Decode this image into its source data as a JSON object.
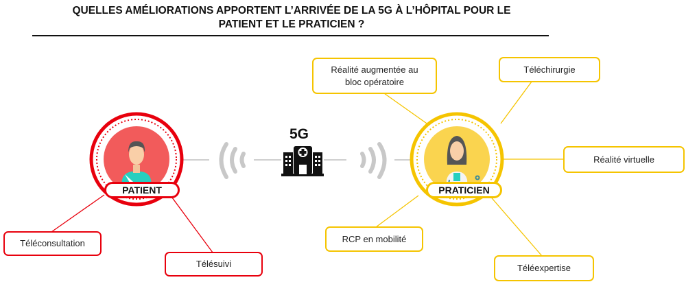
{
  "title": {
    "line1": "QUELLES AMÉLIORATIONS APPORTENT L’ARRIVÉE DE LA 5G À L’HÔPITAL POUR LE",
    "line2": "PATIENT ET LE PRATICIEN ?"
  },
  "center": {
    "label": "5G",
    "icon": "hospital-icon"
  },
  "patient": {
    "label": "PATIENT",
    "color": "#e8000d",
    "items": [
      "Téléconsultation",
      "Télésuivi"
    ]
  },
  "praticien": {
    "label": "PRATICIEN",
    "color": "#f5c400",
    "items": [
      "Réalité augmentée au bloc opératoire",
      "Téléchirurgie",
      "Réalité virtuelle",
      "RCP en mobilité",
      "Téléexpertise"
    ]
  }
}
